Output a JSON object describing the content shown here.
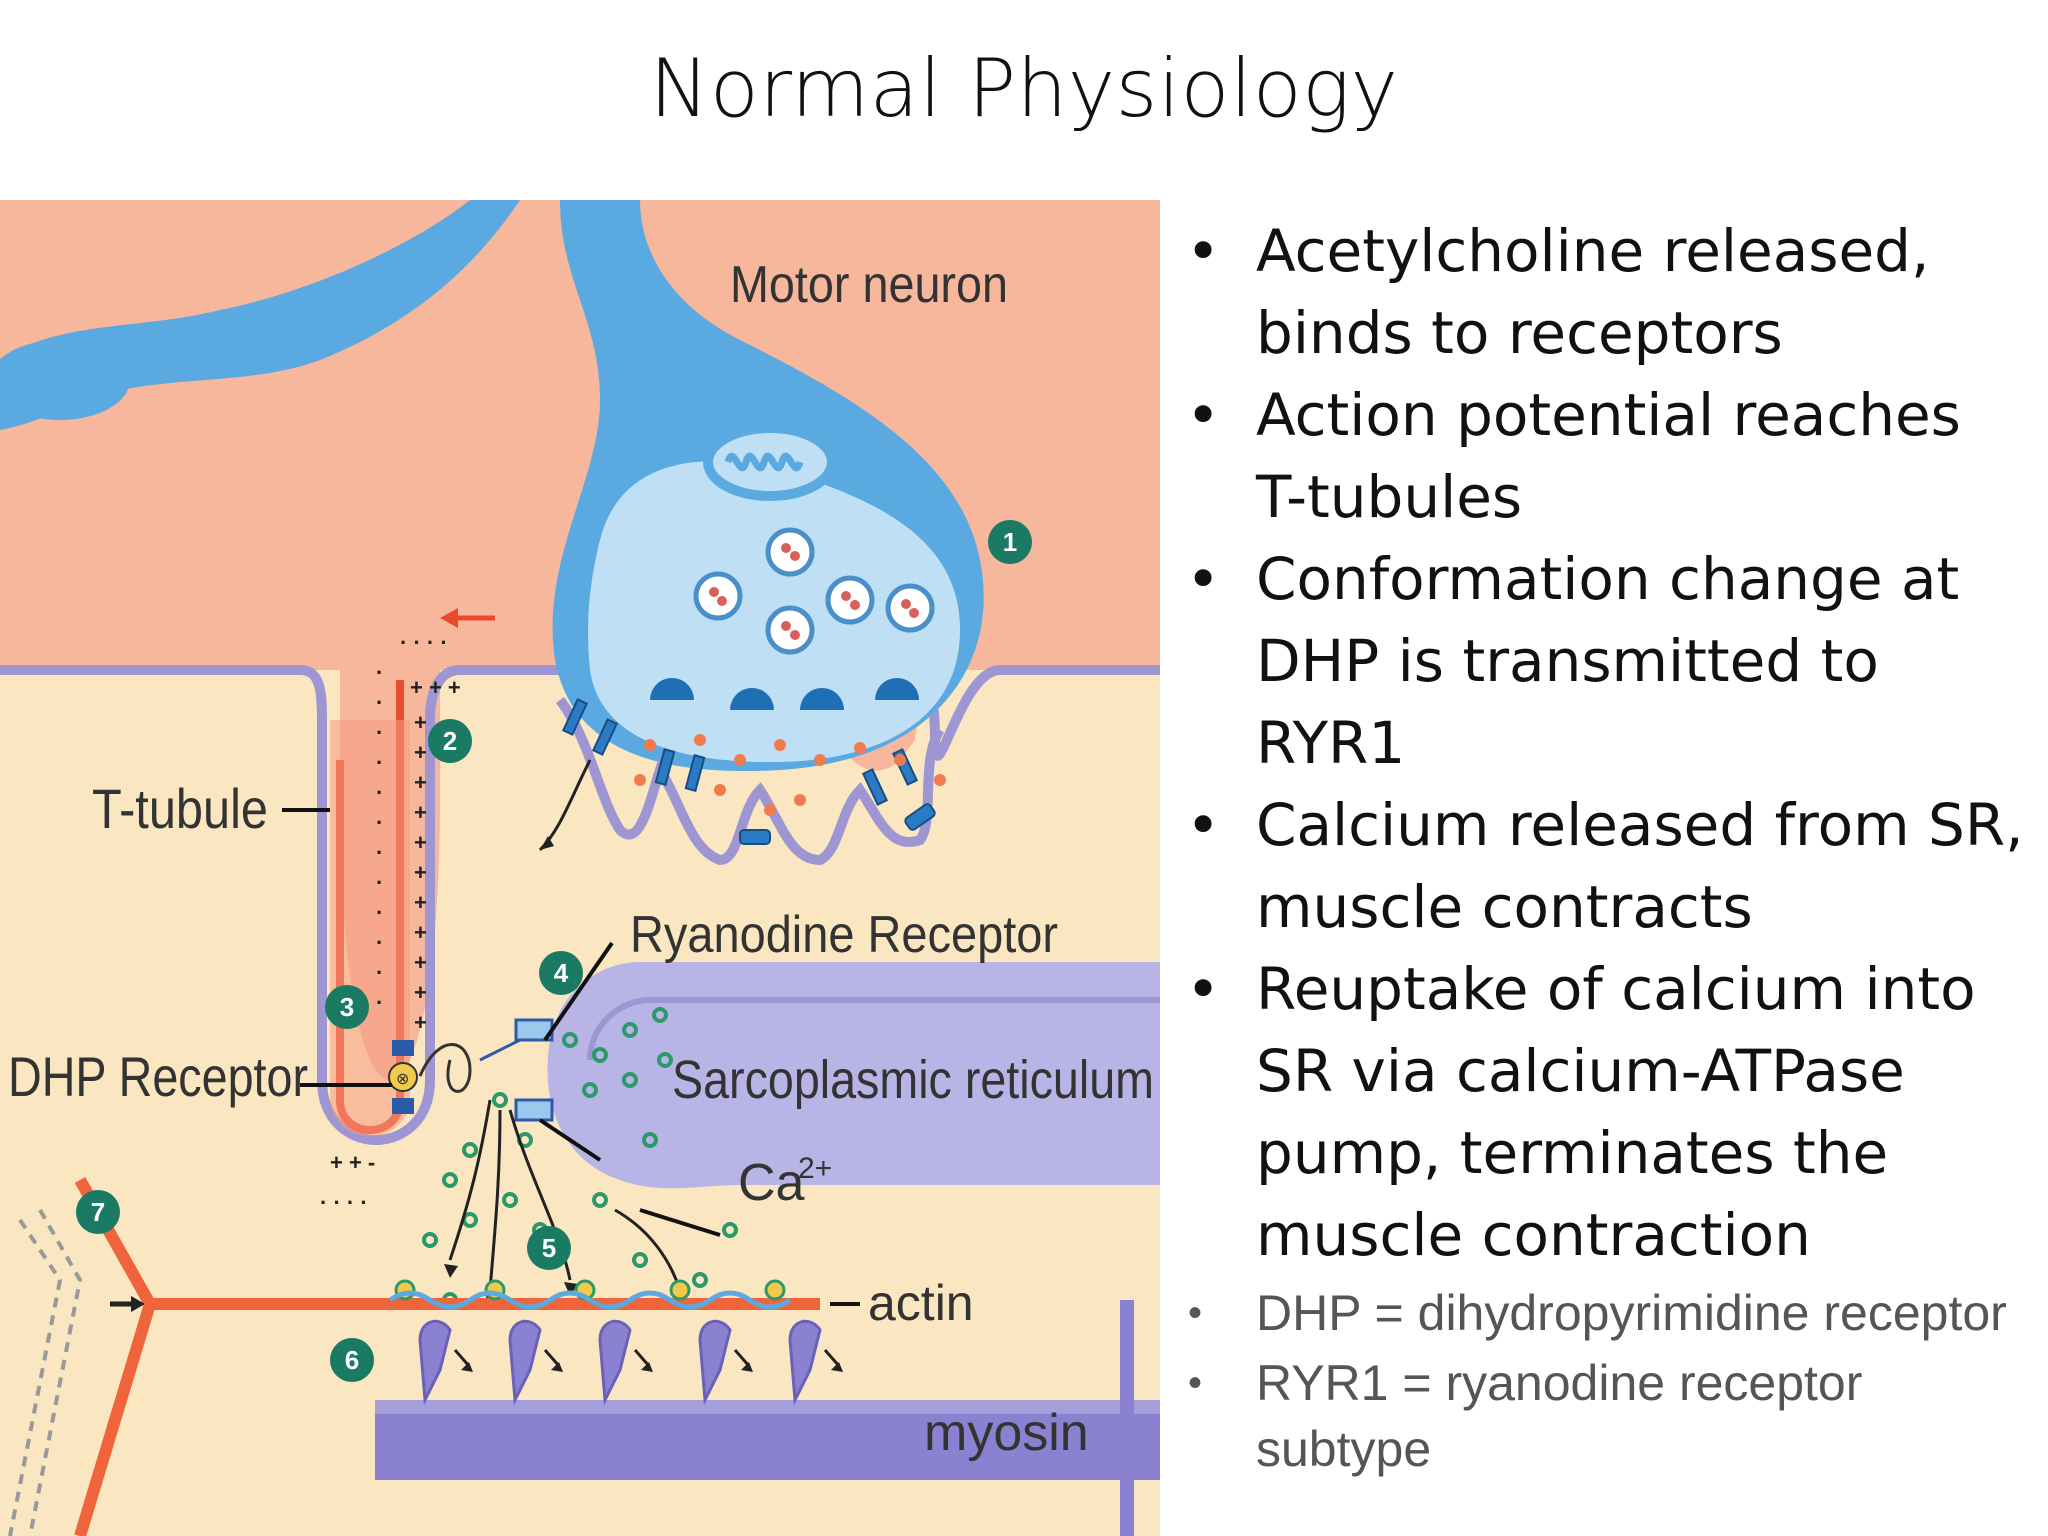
{
  "title": "Normal Physiology",
  "diagram": {
    "labels": {
      "motor_neuron": "Motor neuron",
      "t_tubule": "T-tubule",
      "ryanodine_receptor": "Ryanodine Receptor",
      "dhp_receptor": "DHP Receptor",
      "sarcoplasmic_reticulum": "Sarcoplasmic reticulum",
      "calcium": "Ca",
      "calcium_charge": "2+",
      "actin": "actin",
      "myosin": "myosin"
    },
    "steps": [
      "1",
      "2",
      "3",
      "4",
      "5",
      "6",
      "7"
    ]
  },
  "bullets": {
    "main": [
      "Acetylcholine released, binds to receptors",
      "Action potential reaches T-tubules",
      "Conformation change at DHP is transmitted to RYR1",
      "Calcium released from SR, muscle contracts",
      "Reuptake of calcium into SR via calcium-ATPase pump, terminates the muscle contraction"
    ],
    "sub": [
      "DHP = dihydropyrimidine receptor",
      "RYR1 = ryanodine receptor subtype"
    ]
  },
  "colors": {
    "muscle_pink": "#f6b79c",
    "cytoplasm_cream": "#fae6c0",
    "neuron_blue": "#5aa9e0",
    "terminal_light_blue": "#bfe0f4",
    "sr_purple": "#b9b4e6",
    "tubule_red": "#e84c2c",
    "step_green": "#1a7a64"
  }
}
